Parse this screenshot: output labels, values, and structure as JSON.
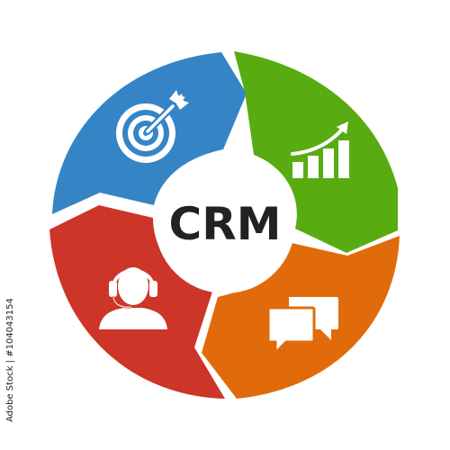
{
  "diagram": {
    "center_label": "CRM",
    "side_id": "Adobe Stock | #104043154",
    "watermark": "Adobe Stock",
    "segments": [
      {
        "name": "blue",
        "color": "#3585c6",
        "icon": "target-icon"
      },
      {
        "name": "green",
        "color": "#58ac12",
        "icon": "growth-chart-icon"
      },
      {
        "name": "orange",
        "color": "#e16b0b",
        "icon": "chat-bubbles-icon"
      },
      {
        "name": "red",
        "color": "#cc3528",
        "icon": "headset-agent-icon"
      }
    ],
    "colors": {
      "center_fill": "#ffffff",
      "center_text": "#222222",
      "icon": "#ffffff",
      "background": "#ffffff"
    }
  }
}
